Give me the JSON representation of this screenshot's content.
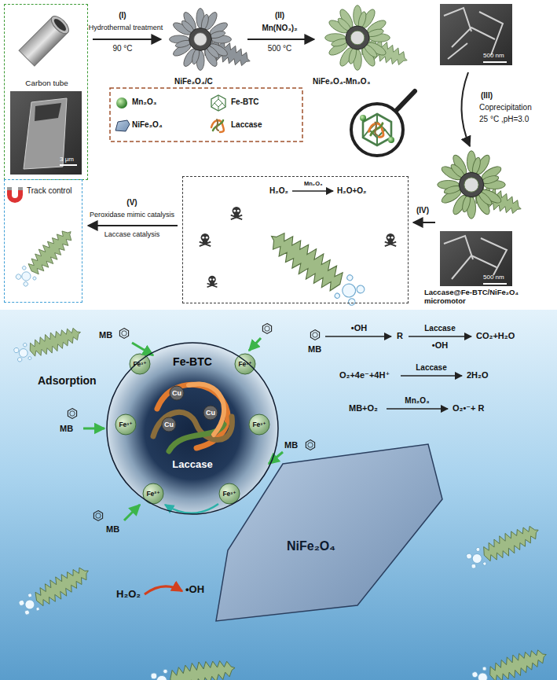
{
  "diagram": {
    "nodes": [
      {
        "text": [
          "Carbon tube"
        ]
      },
      {
        "text": [
          "H₂O₂",
          "Mn₂O₃",
          "H₂O+O₂"
        ]
      },
      {
        "text": [
          "Track control"
        ]
      },
      {
        "text": [
          "Fe-BTC",
          "Laccase"
        ]
      },
      {
        "text": [
          "NiFe₂O₄"
        ]
      }
    ],
    "labels": [
      "3 μm",
      "(I)",
      "Hydrothermal treatment",
      "90 °C",
      "NiFe₂O₄/C",
      "(II)",
      "Mn(NO₃)₂",
      "500 °C",
      "NiFe₂O₄-Mn₂O₃",
      "500 nm",
      "(III)",
      "Coprecipitation",
      "25 °C ,pH=3.0",
      "500 nm",
      "Laccase@Fe-BTC/NiFe₂O₄ micromotor",
      "(IV)",
      "(V)",
      "Peroxidase mimic catalysis",
      "Laccase catalysis",
      "Adsorption",
      "MB",
      "MB",
      "MB",
      "MB",
      "MB",
      "Cu",
      "Cu",
      "Cu",
      "Fe³⁺",
      "Fe³⁺",
      "Fe³⁺",
      "Fe³⁺",
      "Fe²⁺",
      "Fe³⁺",
      "H₂O₂",
      "•OH",
      "•OH",
      "R",
      "Laccase",
      "•OH",
      "CO₂+H₂O",
      "O₂+4e⁻+4H⁺",
      "Laccase",
      "2H₂O",
      "MB+O₂",
      "Mn₂O₃",
      "O₂•⁻+ R"
    ],
    "legend": [
      {
        "text": "Mn₂O₃"
      },
      {
        "text": "Fe-BTC"
      },
      {
        "text": "NiFe₂O₄"
      },
      {
        "text": "Laccase"
      }
    ]
  }
}
